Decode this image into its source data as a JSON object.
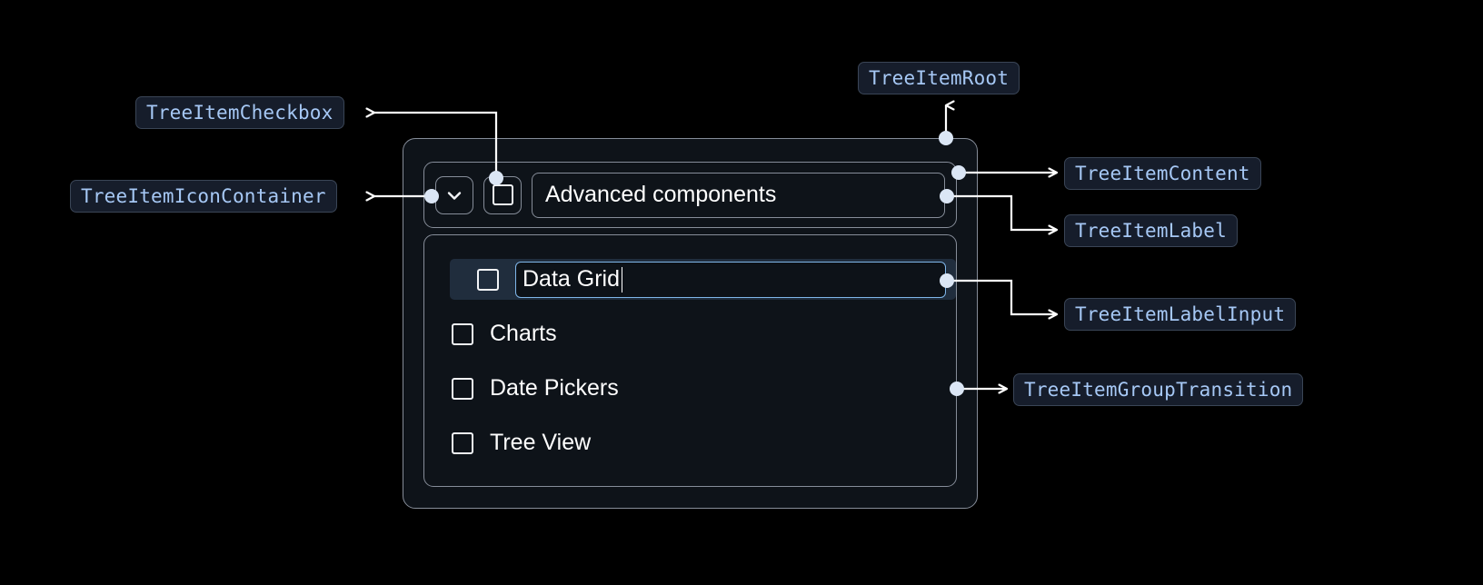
{
  "theme": {
    "page_background": "#000000",
    "container_fill": "#0e1319",
    "container_border": "#868d99",
    "chip_fill": "#161d2b",
    "chip_border": "#3a4556",
    "chip_text": "#a6c8f5",
    "connector": "#ffffff",
    "anchor_dot": "#dbe6f5",
    "selected_row": "#202d3d",
    "input_focus_border": "#7fb6ea",
    "text": "#ffffff"
  },
  "annotations": [
    {
      "id": "tree-item-checkbox",
      "label": "TreeItemCheckbox"
    },
    {
      "id": "tree-item-icon-container",
      "label": "TreeItemIconContainer"
    },
    {
      "id": "tree-item-root",
      "label": "TreeItemRoot"
    },
    {
      "id": "tree-item-content",
      "label": "TreeItemContent"
    },
    {
      "id": "tree-item-label",
      "label": "TreeItemLabel"
    },
    {
      "id": "tree-item-label-input",
      "label": "TreeItemLabelInput"
    },
    {
      "id": "tree-item-group-transition",
      "label": "TreeItemGroupTransition"
    }
  ],
  "component": {
    "header": {
      "expand_icon": "chevron-down-icon",
      "checkbox_checked": false,
      "label": "Advanced components"
    },
    "items": [
      {
        "label": "Data Grid",
        "checked": false,
        "editing": true,
        "selected": true
      },
      {
        "label": "Charts",
        "checked": false,
        "editing": false,
        "selected": false
      },
      {
        "label": "Date Pickers",
        "checked": false,
        "editing": false,
        "selected": false
      },
      {
        "label": "Tree View",
        "checked": false,
        "editing": false,
        "selected": false
      }
    ]
  }
}
